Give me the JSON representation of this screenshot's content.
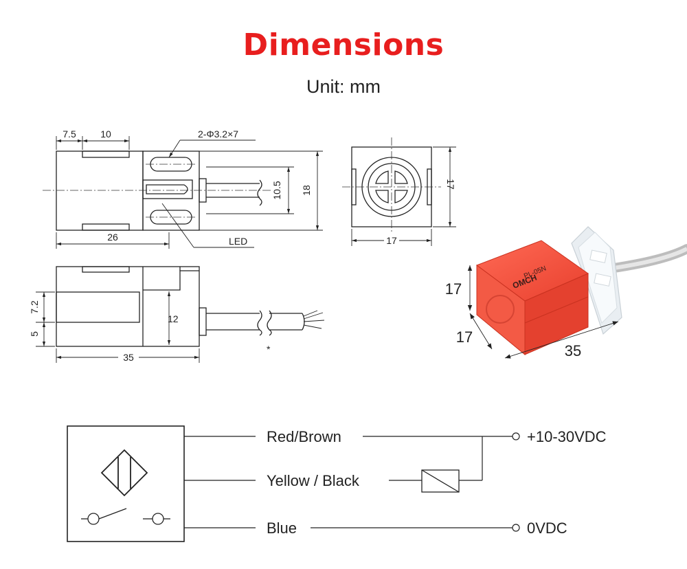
{
  "header": {
    "title": "Dimensions",
    "unit": "Unit: mm"
  },
  "front_view": {
    "d_7_5": "7.5",
    "d_10": "10",
    "holes": "2-Φ3.2×7",
    "d_10_5": "10.5",
    "d_18": "18",
    "d_26": "26",
    "led": "LED"
  },
  "end_view": {
    "d_17_w": "17",
    "d_17_h": "17"
  },
  "side_view": {
    "d_7_2": "7.2",
    "d_5": "5",
    "d_12": "12",
    "d_35": "35",
    "asterisk": "*"
  },
  "photo": {
    "d_17_a": "17",
    "d_17_b": "17",
    "d_35": "35",
    "brand": "OMCH",
    "model": "PL-05N"
  },
  "wiring": {
    "wire1": "Red/Brown",
    "wire2": "Yellow / Black",
    "wire3": "Blue",
    "term1": "+10-30VDC",
    "term3": "0VDC"
  },
  "colors": {
    "title": "#e81e1e",
    "sensor_body": "#f04a3a"
  }
}
